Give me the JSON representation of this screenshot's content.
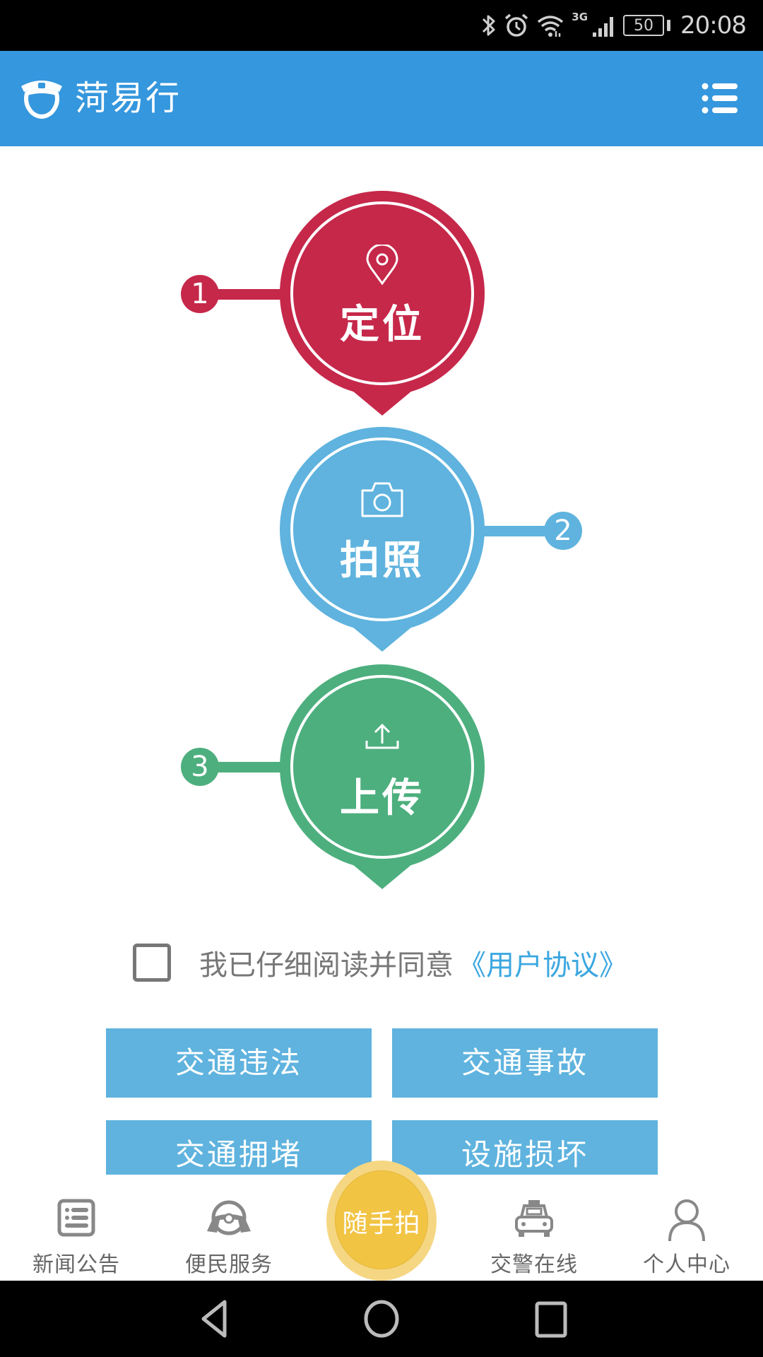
{
  "status_bar": {
    "icons": [
      "bluetooth-icon",
      "alarm-icon",
      "wifi-icon",
      "signal-icon"
    ],
    "network_type": "3G",
    "battery_level": "50",
    "time": "20:08"
  },
  "header": {
    "title": "菏易行",
    "logo_icon": "police-cap-icon",
    "menu_icon": "list-menu-icon",
    "background_color": "#3597dd"
  },
  "steps": [
    {
      "number": "1",
      "label": "定位",
      "icon": "location-pin-icon",
      "color": "#c6284a"
    },
    {
      "number": "2",
      "label": "拍照",
      "icon": "camera-icon",
      "color": "#5fb3de"
    },
    {
      "number": "3",
      "label": "上传",
      "icon": "upload-icon",
      "color": "#4daf7e"
    }
  ],
  "agreement": {
    "checked": false,
    "text": "我已仔细阅读并同意",
    "link_text": "《用户协议》",
    "link_color": "#3ba7e0"
  },
  "categories": [
    {
      "label": "交通违法"
    },
    {
      "label": "交通事故"
    },
    {
      "label": "交通拥堵"
    },
    {
      "label": "设施损坏"
    }
  ],
  "tabbar": {
    "tabs": [
      {
        "label": "新闻公告",
        "icon": "news-list-icon"
      },
      {
        "label": "便民服务",
        "icon": "steering-wheel-icon"
      },
      {
        "label": "交警在线",
        "icon": "police-car-icon"
      },
      {
        "label": "个人中心",
        "icon": "person-icon"
      }
    ],
    "center_button": {
      "label": "随手拍",
      "color": "#f2c444"
    }
  },
  "system_nav": {
    "buttons": [
      "back-icon",
      "home-icon",
      "recents-icon"
    ]
  }
}
